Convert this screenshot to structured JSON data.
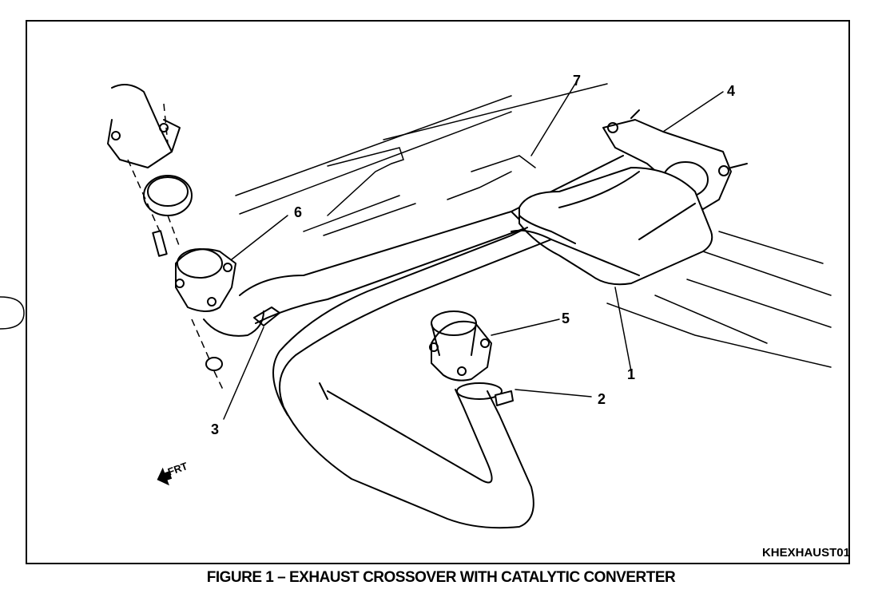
{
  "figure": {
    "caption": "FIGURE 1 – EXHAUST CROSSOVER WITH CATALYTIC CONVERTER",
    "code": "KHEXHAUST01",
    "direction_label": "FRT",
    "direction_icon": "arrow-left-icon"
  },
  "callouts": [
    {
      "id": "1",
      "label": "1"
    },
    {
      "id": "2",
      "label": "2"
    },
    {
      "id": "3",
      "label": "3"
    },
    {
      "id": "4",
      "label": "4"
    },
    {
      "id": "5",
      "label": "5"
    },
    {
      "id": "6",
      "label": "6"
    },
    {
      "id": "7",
      "label": "7"
    }
  ]
}
